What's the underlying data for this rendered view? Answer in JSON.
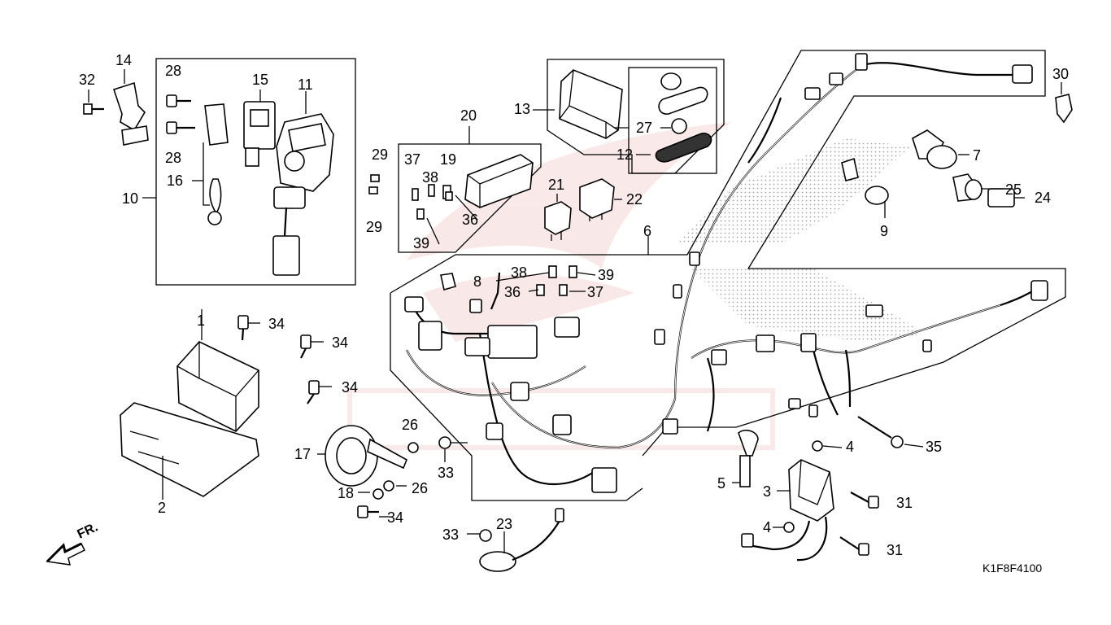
{
  "diagram_code": "K1F8F4100",
  "front_indicator": "FR.",
  "callouts": {
    "c1": "1",
    "c2": "2",
    "c3": "3",
    "c4a": "4",
    "c4b": "4",
    "c5": "5",
    "c6": "6",
    "c7": "7",
    "c8": "8",
    "c9": "9",
    "c10": "10",
    "c11": "11",
    "c12": "12",
    "c13": "13",
    "c14": "14",
    "c15": "15",
    "c16": "16",
    "c17": "17",
    "c18": "18",
    "c19": "19",
    "c20": "20",
    "c21": "21",
    "c22": "22",
    "c23": "23",
    "c24": "24",
    "c25": "25",
    "c26a": "26",
    "c26b": "26",
    "c27": "27",
    "c28a": "28",
    "c28b": "28",
    "c29a": "29",
    "c29b": "29",
    "c30": "30",
    "c31a": "31",
    "c31b": "31",
    "c32": "32",
    "c33a": "33",
    "c33b": "33",
    "c34a": "34",
    "c34b": "34",
    "c34c": "34",
    "c34d": "34",
    "c35": "35",
    "c36a": "36",
    "c36b": "36",
    "c37a": "37",
    "c37b": "37",
    "c38a": "38",
    "c38b": "38",
    "c39a": "39",
    "c39b": "39"
  },
  "colors": {
    "line": "#000000",
    "watermark": "#e8a6a6",
    "stipple": "#9a9a9a"
  }
}
